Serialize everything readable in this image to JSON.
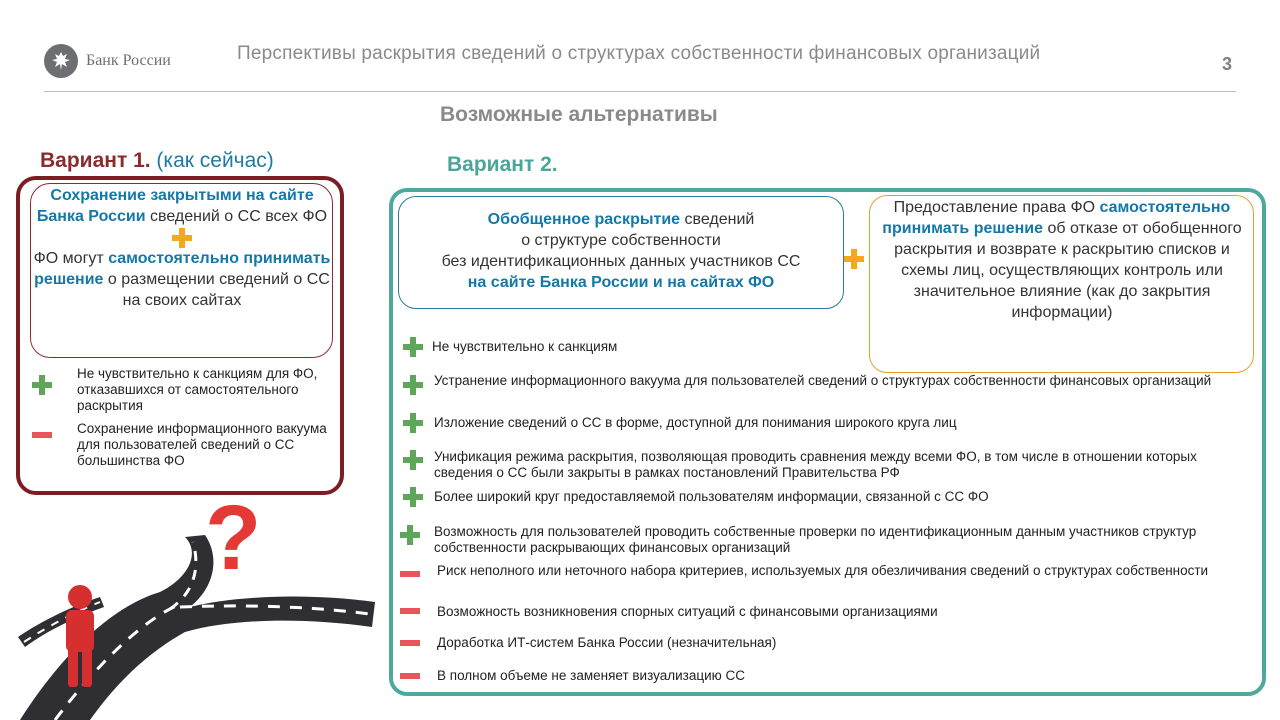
{
  "header": {
    "logo_text": "Банк России",
    "title": "Перспективы раскрытия сведений о структурах собственности финансовых организаций",
    "page_number": "3",
    "subtitle": "Возможные альтернативы"
  },
  "variant1": {
    "heading_bold": "Вариант 1.",
    "heading_note": "(как сейчас)",
    "box": {
      "p1_bold": "Сохранение закрытыми на сайте Банка России",
      "p1_rest": " сведений о СС всех ФО",
      "p2_start": "ФО могут ",
      "p2_bold": "самостоятельно принимать решение",
      "p2_rest": " о размещении сведений о СС на своих сайтах"
    },
    "pros": [
      "Не чувствительно к санкциям для ФО, отказавшихся от самостоятельного раскрытия"
    ],
    "cons": [
      "Сохранение информационного вакуума для пользователей сведений о СС большинства ФО"
    ]
  },
  "variant2": {
    "heading": "Вариант 2.",
    "box_a": {
      "line1_bold": "Обобщенное раскрытие",
      "line1_rest": " сведений",
      "line2": "о структуре собственности",
      "line3": "без идентификационных данных участников СС",
      "line4_bold": "на сайте Банка России и на сайтах ФО"
    },
    "box_b": {
      "start": "Предоставление права ФО ",
      "bold": "самостоятельно принимать решение",
      "rest": " об отказе от обобщенного раскрытия и возврате к раскрытию списков и схемы лиц, осуществляющих контроль или значительное влияние (как до закрытия информации)"
    },
    "pros": [
      "Не чувствительно к санкциям",
      "Устранение информационного вакуума для пользователей сведений о структурах собственности финансовых организаций",
      "Изложение сведений о СС в форме, доступной для понимания широкого круга лиц",
      "Унификация режима раскрытия, позволяющая проводить сравнения между всеми ФО, в том числе в отношении которых сведения о СС были закрыты в рамках постановлений Правительства РФ",
      "Более широкий круг предоставляемой пользователям информации, связанной с СС ФО",
      "Возможность для пользователей проводить собственные проверки по идентификационным данным участников структур собственности раскрывающих финансовых организаций"
    ],
    "cons": [
      "Риск неполного или неточного набора критериев, используемых для обезличивания сведений о структурах собственности",
      "Возможность возникновения спорных ситуаций с финансовыми организациями",
      "Доработка ИТ-систем Банка России (незначительная)",
      "В полном объеме не заменяет визуализацию СС"
    ]
  }
}
